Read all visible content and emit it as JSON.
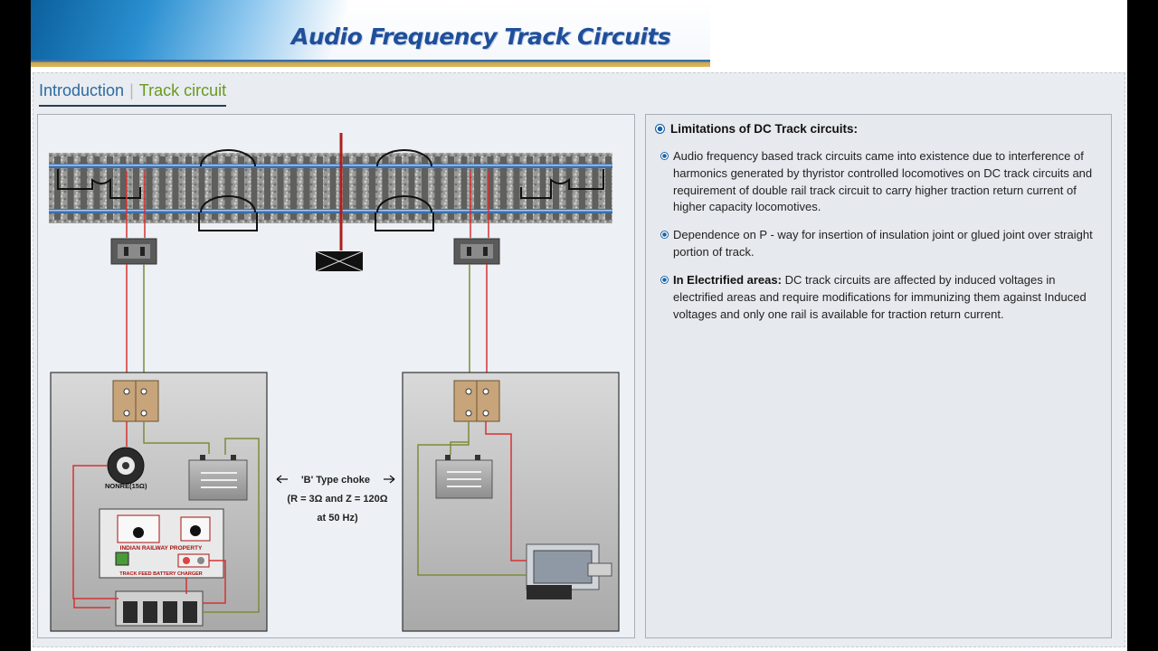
{
  "header": {
    "title": "Audio Frequency Track Circuits"
  },
  "breadcrumb": {
    "items": [
      "Introduction",
      "Track circuit"
    ],
    "separator": "|",
    "active_index": 1
  },
  "diagram": {
    "relay_label": "NONRE(15Ω)",
    "battery_charger": {
      "main_label": "INDIAN RAILWAY PROPERTY",
      "sub_label": "TRACK FEED BATTERY CHARGER"
    },
    "choke": {
      "title": "'B' Type choke",
      "spec": "(R = 3Ω and Z = 120Ω",
      "freq": "at 50 Hz)"
    },
    "colors": {
      "wire_red": "#d63232",
      "wire_green": "#7c8b3a",
      "terminal_box": "#c8a47a",
      "rail": "#3b6fb0"
    }
  },
  "limitations": {
    "heading": "Limitations of DC Track circuits:",
    "items": [
      {
        "bold": "",
        "text": "Audio frequency based track circuits came into existence due to interference of harmonics generated by thyristor controlled locomotives on DC track circuits and requirement of double rail track circuit to carry higher traction return current of higher capacity locomotives."
      },
      {
        "bold": "",
        "text": "Dependence on P - way for insertion of insulation joint or glued joint over straight portion of track."
      },
      {
        "bold": "In Electrified areas:",
        "text": " DC track circuits are affected by induced voltages in electrified areas and require modifications for immunizing them against Induced voltages and only one rail is available for traction return current."
      }
    ]
  }
}
